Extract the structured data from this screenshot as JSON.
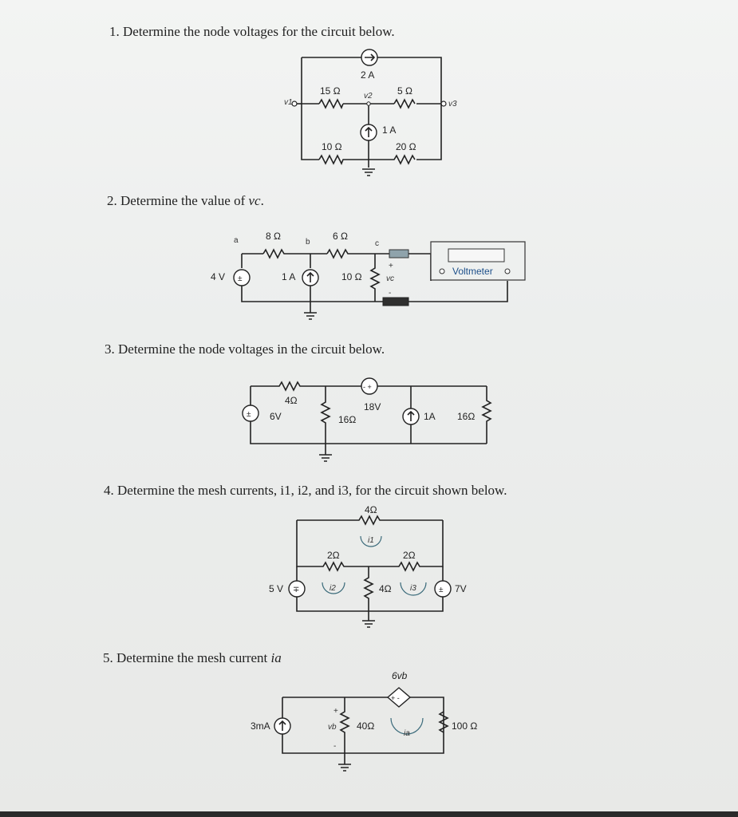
{
  "questions": {
    "q1": "1.  Determine the node voltages for the circuit below.",
    "q2_prefix": "2.  Determine the value of ",
    "q2_var": "vc",
    "q2_suffix": ".",
    "q3": "3.  Determine the node voltages in the circuit below.",
    "q4": "4.  Determine the mesh currents, i1, i2, and i3, for the circuit shown below.",
    "q5_prefix": "5.  Determine the mesh current ",
    "q5_var": "ia"
  },
  "circuit1": {
    "source_top": "2 A",
    "r_15": "15 Ω",
    "r_5": "5 Ω",
    "node_v1": "v1",
    "node_v2": "v2",
    "node_v3": "v3",
    "source_mid": "1 A",
    "r_10": "10 Ω",
    "r_20": "20 Ω"
  },
  "circuit2": {
    "node_a": "a",
    "node_b": "b",
    "node_c": "c",
    "r_8": "8 Ω",
    "r_6": "6 Ω",
    "r_10": "10 Ω",
    "source_v": "4 V",
    "source_i": "1 A",
    "vc": "vc",
    "plus": "+",
    "minus": "-",
    "voltmeter": "Voltmeter"
  },
  "circuit3": {
    "r_4": "4Ω",
    "source_6v": "6V",
    "r_16a": "16Ω",
    "source_18v": "18V",
    "source_1a": "1A",
    "r_16b": "16Ω"
  },
  "circuit4": {
    "r_top": "4Ω",
    "i1": "i1",
    "r_2a": "2Ω",
    "r_2b": "2Ω",
    "source_5v": "5 V",
    "i2": "i2",
    "r_4mid": "4Ω",
    "i3": "i3",
    "source_7v": "7V"
  },
  "circuit5": {
    "dep_source": "6vb",
    "source_3ma": "3mA",
    "vb": "vb",
    "r_40": "40Ω",
    "ia": "ia",
    "r_100": "100 Ω",
    "plus": "+",
    "minus": "-"
  }
}
